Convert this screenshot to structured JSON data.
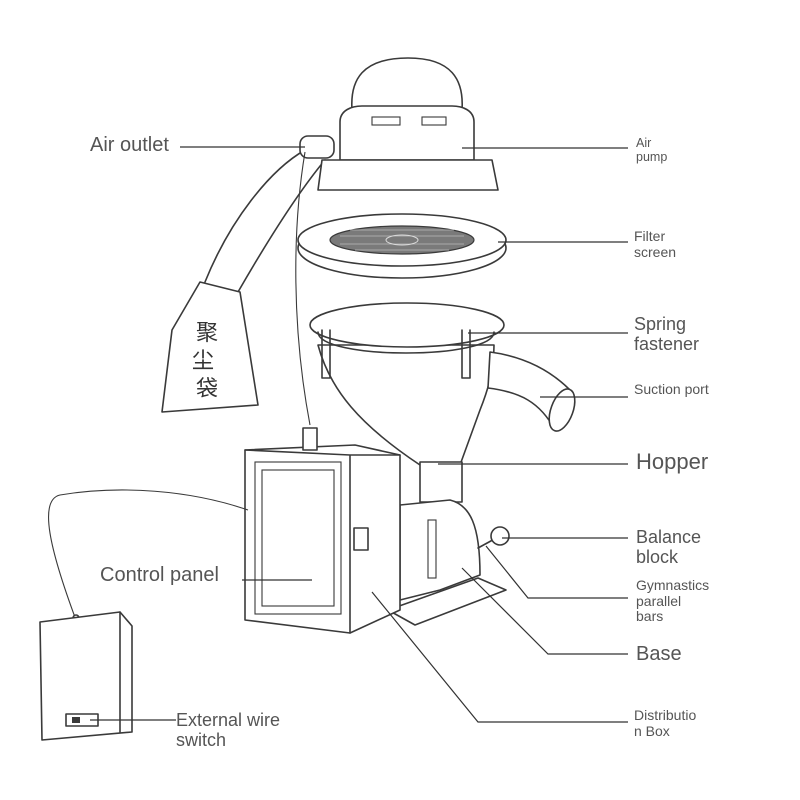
{
  "labels": {
    "air_outlet": "Air outlet",
    "air_pump": "Air\npump",
    "filter_screen": "Filter\nscreen",
    "spring_fastener": "Spring\nfastener",
    "suction_port": "Suction port",
    "hopper": "Hopper",
    "balance_block": "Balance\nblock",
    "gymnastics_parallel_bars": "Gymnastics\nparallel\nbars",
    "base": "Base",
    "distribution_box": "Distributio\nn Box",
    "control_panel": "Control panel",
    "external_wire_switch": "External wire\nswitch"
  },
  "dust_bag_text": [
    "聚",
    "尘",
    "袋"
  ],
  "colors": {
    "line": "#3a3a3a",
    "label": "#555555",
    "background": "#ffffff"
  }
}
